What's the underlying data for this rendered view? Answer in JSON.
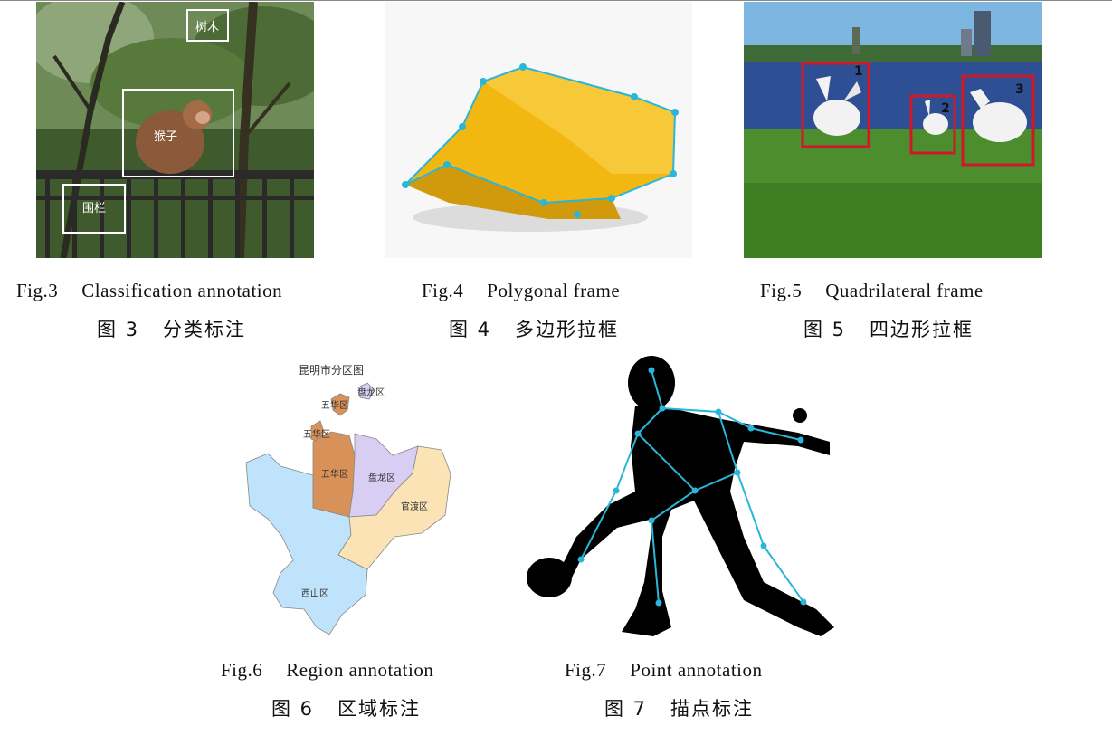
{
  "figures": {
    "fig3": {
      "caption_en_num": "Fig.3",
      "caption_en": "Classification annotation",
      "caption_zh_num": "图 3",
      "caption_zh": "分类标注",
      "labels": [
        "树木",
        "猴子",
        "围栏"
      ]
    },
    "fig4": {
      "caption_en_num": "Fig.4",
      "caption_en": "Polygonal frame",
      "caption_zh_num": "图 4",
      "caption_zh": "多边形拉框"
    },
    "fig5": {
      "caption_en_num": "Fig.5",
      "caption_en": "Quadrilateral frame",
      "caption_zh_num": "图 5",
      "caption_zh": "四边形拉框",
      "labels": [
        "1",
        "2",
        "3"
      ]
    },
    "fig6": {
      "caption_en_num": "Fig.6",
      "caption_en": "Region annotation",
      "caption_zh_num": "图 6",
      "caption_zh": "区域标注",
      "map_title": "昆明市分区图",
      "labels": [
        "盘龙区",
        "五华区",
        "五华区",
        "五华区",
        "盘龙区",
        "官渡区",
        "西山区"
      ]
    },
    "fig7": {
      "caption_en_num": "Fig.7",
      "caption_en": "Point annotation",
      "caption_zh_num": "图 7",
      "caption_zh": "描点标注"
    }
  },
  "colors": {
    "annotation_white": "#ffffff",
    "annotation_red": "#d0182a",
    "keypoint_cyan": "#2ab6d8",
    "cap_yellow": "#f2b711",
    "map_blue": "#bfe3fb",
    "map_purple": "#d8cdf2",
    "map_orange": "#d89159",
    "map_beige": "#fbe3b6"
  }
}
